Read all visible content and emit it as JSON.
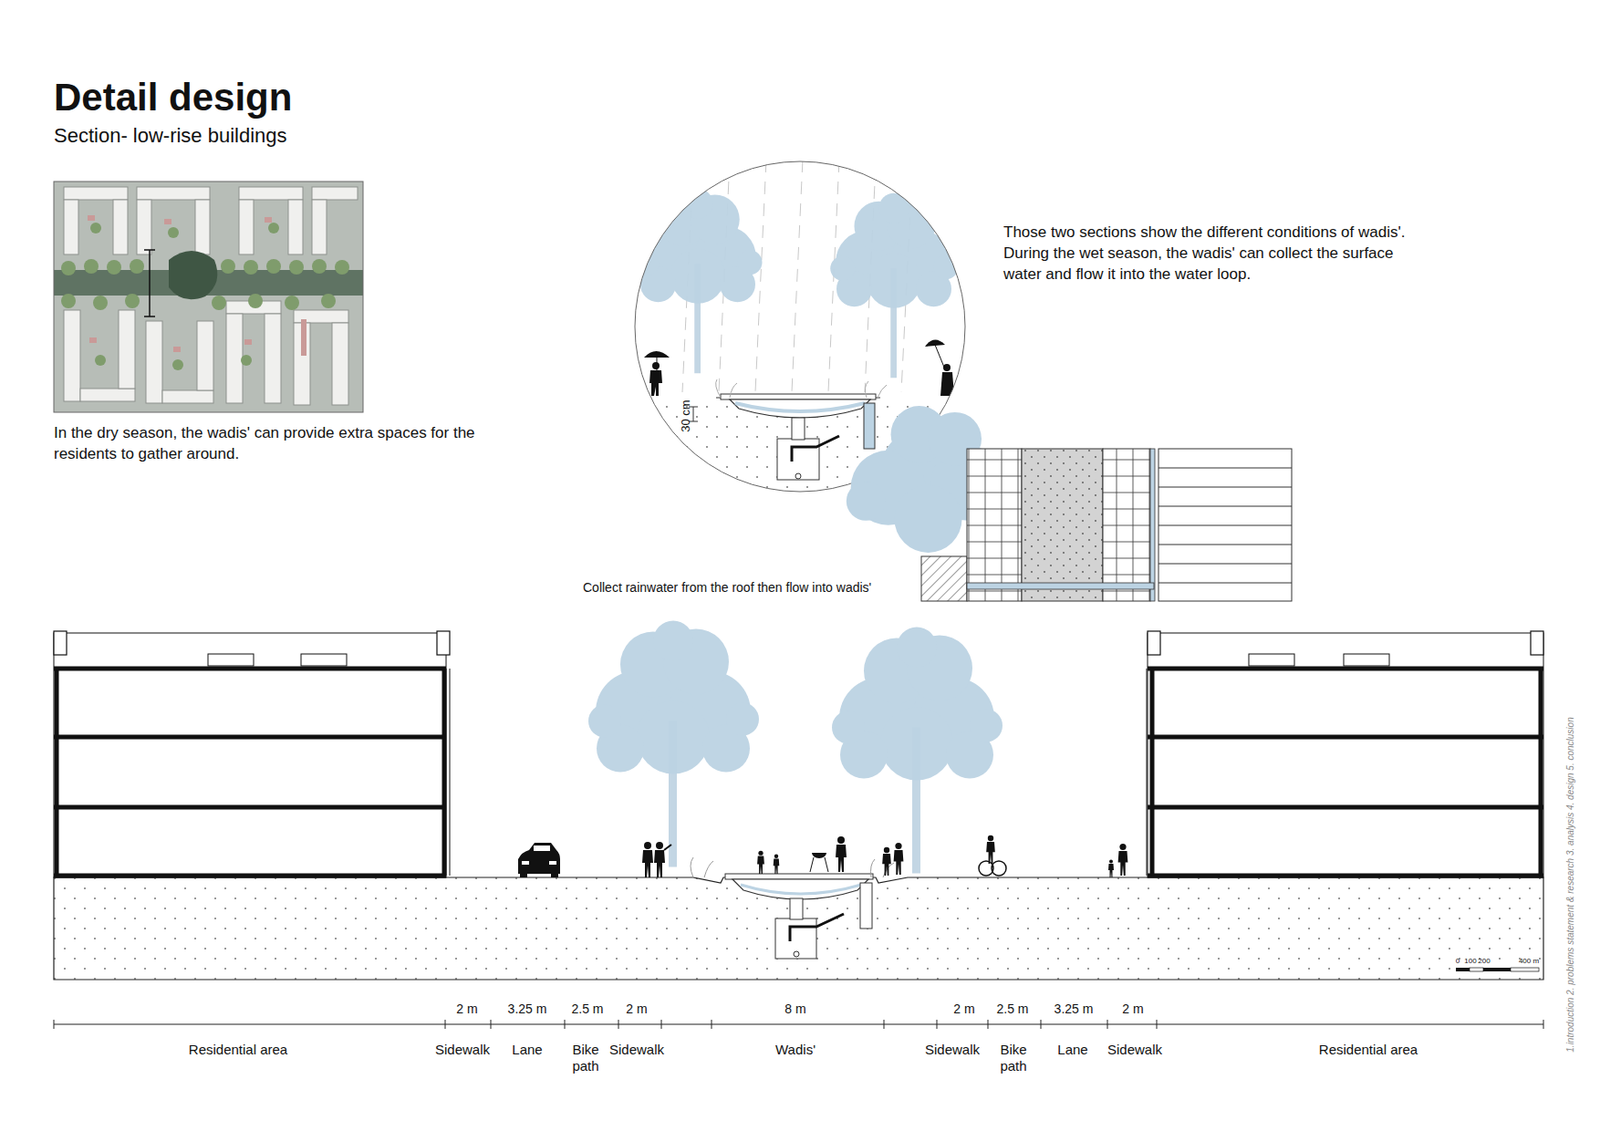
{
  "diagram": {
    "title": "Detail design",
    "labels": [
      "Section- low-rise buildings",
      "In the dry season, the wadis' can provide extra spaces for the residents to gather around.",
      "Those two sections show the different conditions of wadis'. During the wet season, the wadis' can collect the surface water and flow it into the water loop.",
      "Collect rainwater from the roof then flow into wadis'",
      "30 cm",
      "2 m",
      "3.25 m",
      "2.5 m",
      "2 m",
      "8 m",
      "2 m",
      "2.5 m",
      "3.25 m",
      "2 m",
      "Residential area",
      "Sidewalk",
      "Lane",
      "Bike path",
      "Sidewalk",
      "Wadis'",
      "Sidewalk",
      "Bike path",
      "Lane",
      "Sidewalk",
      "Residential area",
      "0",
      "100",
      "200",
      "400 m",
      "1.introduction 2. problems statement & research 3. analysis 4. design 5. conclusion"
    ]
  }
}
